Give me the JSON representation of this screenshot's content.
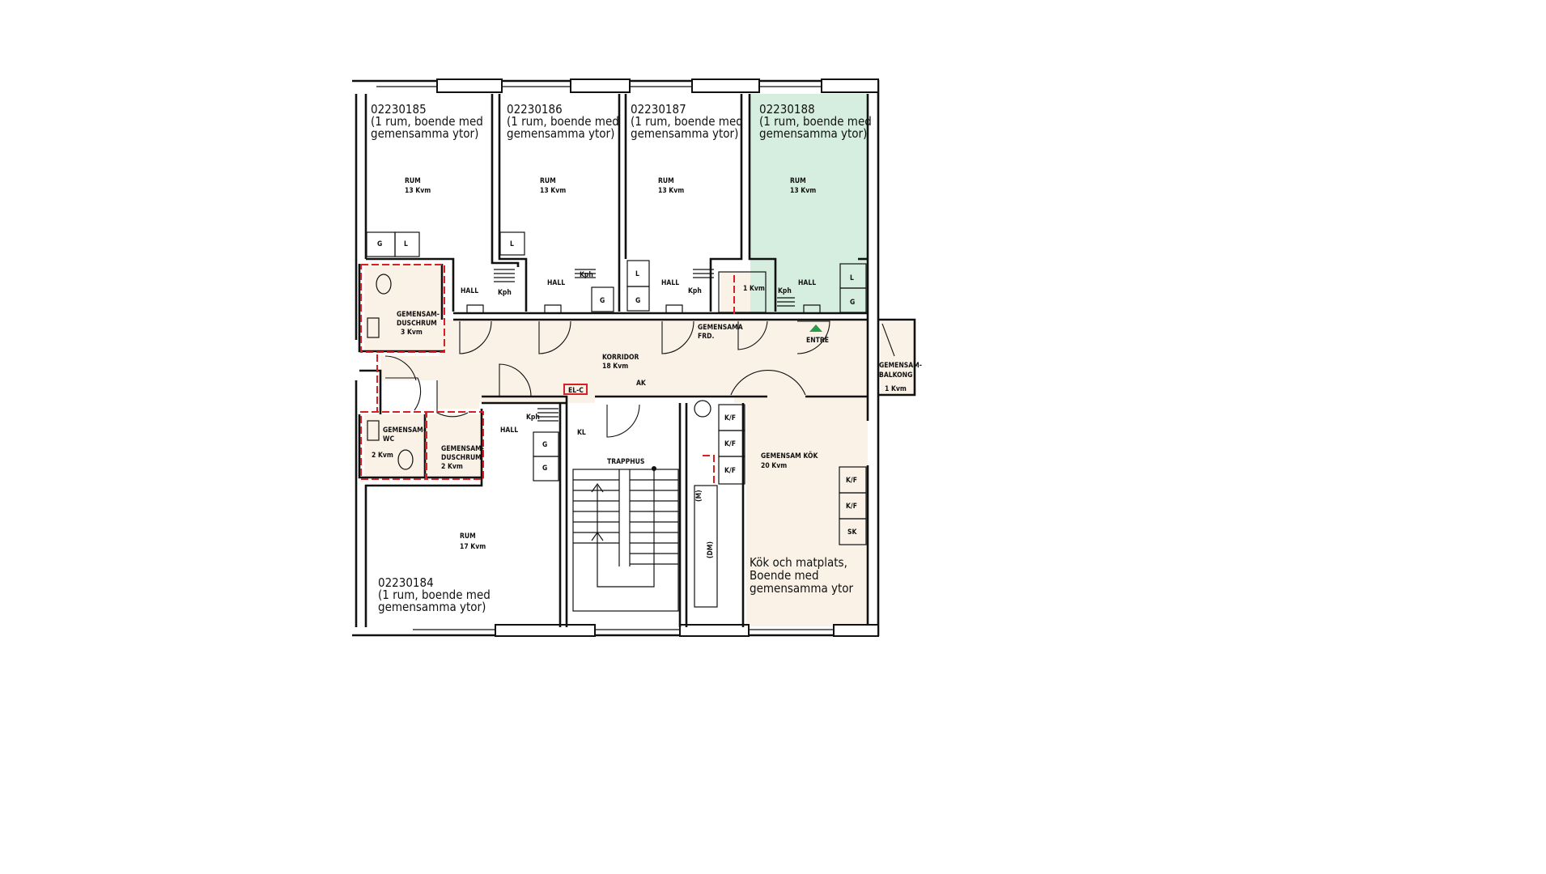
{
  "colors": {
    "shared_area": "#faf2e7",
    "highlight_unit": "#d6eedf",
    "wall": "#111111",
    "wet_room_outline": "#d81f26",
    "entrance_arrow": "#2a9a4b"
  },
  "units": [
    {
      "id": "02230185",
      "desc1": "(1 rum, boende med",
      "desc2": "gemensamma ytor)"
    },
    {
      "id": "02230186",
      "desc1": "(1 rum, boende med",
      "desc2": "gemensamma ytor)"
    },
    {
      "id": "02230187",
      "desc1": "(1 rum, boende med",
      "desc2": "gemensamma ytor)"
    },
    {
      "id": "02230188",
      "desc1": "(1 rum, boende med",
      "desc2": "gemensamma ytor)"
    },
    {
      "id": "02230184",
      "desc1": "(1 rum, boende med",
      "desc2": "gemensamma ytor)"
    }
  ],
  "rooms": {
    "rum_a": {
      "name": "RUM",
      "area": "13 Kvm"
    },
    "rum_b": {
      "name": "RUM",
      "area": "13 Kvm"
    },
    "rum_c": {
      "name": "RUM",
      "area": "13 Kvm"
    },
    "rum_d": {
      "name": "RUM",
      "area": "13 Kvm"
    },
    "rum_e": {
      "name": "RUM",
      "area": "17 Kvm"
    },
    "dusch1": {
      "l1": "GEMENSAM-",
      "l2": "DUSCHRUM",
      "area": "3 Kvm"
    },
    "wc": {
      "l1": "GEMENSAM-",
      "l2": "WC",
      "area": "2 Kvm"
    },
    "dusch2": {
      "l1": "GEMENSAM-",
      "l2": "DUSCHRUM",
      "area": "2 Kvm"
    },
    "korridor": {
      "name": "KORRIDOR",
      "area": "18 Kvm"
    },
    "trapphus": {
      "name": "TRAPPHUS"
    },
    "kok": {
      "name": "GEMENSAM KÖK",
      "area": "20 Kvm"
    },
    "balkong": {
      "l1": "GEMENSAM-",
      "l2": "BALKONG",
      "area": "1 Kvm"
    },
    "frd": {
      "l1": "GEMENSAMA",
      "l2": "FRD."
    },
    "closet": {
      "area": "1 Kvm"
    },
    "entre": {
      "name": "ENTRÈ"
    }
  },
  "labels": {
    "hall": "HALL",
    "kph": "Kph",
    "g": "G",
    "l": "L",
    "kf": "K/F",
    "sk": "SK",
    "elc": "EL-C",
    "ak": "AK",
    "kl": "KL",
    "m": "(M)",
    "dm": "(DM)"
  },
  "note": {
    "l1": "Kök och matplats,",
    "l2": "Boende med",
    "l3": "gemensamma ytor"
  }
}
